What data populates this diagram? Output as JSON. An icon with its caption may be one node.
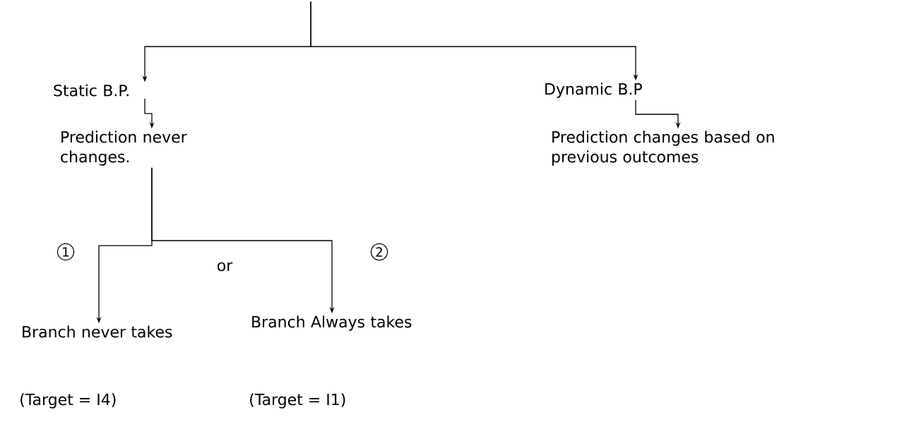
{
  "diagram": {
    "nodes": [
      {
        "text": [
          "Static B.P."
        ]
      },
      {
        "text": [
          "Dynamic B.P"
        ]
      },
      {
        "text": [
          "Prediction never changes."
        ]
      },
      {
        "text": [
          "Prediction changes based on previous outcomes"
        ]
      },
      {
        "text": [
          "Branch never takes"
        ],
        "beside": [
          "(Target = I4)"
        ]
      },
      {
        "text": [
          "Branch Always takes"
        ],
        "beside": [
          "(Target = I1)"
        ]
      },
      {
        "text": [
          "1"
        ]
      },
      {
        "text": [
          "2"
        ]
      }
    ],
    "edges": [
      {
        "from": null,
        "to": 0,
        "arrow": "to"
      },
      {
        "from": null,
        "to": 1,
        "arrow": "to"
      },
      {
        "from": 0,
        "to": 2,
        "arrow": "to"
      },
      {
        "from": 1,
        "to": 3,
        "arrow": "to"
      },
      {
        "from": 2,
        "to": 4,
        "arrow": "to"
      },
      {
        "from": 2,
        "to": 5,
        "arrow": "to"
      }
    ],
    "labels": [
      "or"
    ]
  }
}
